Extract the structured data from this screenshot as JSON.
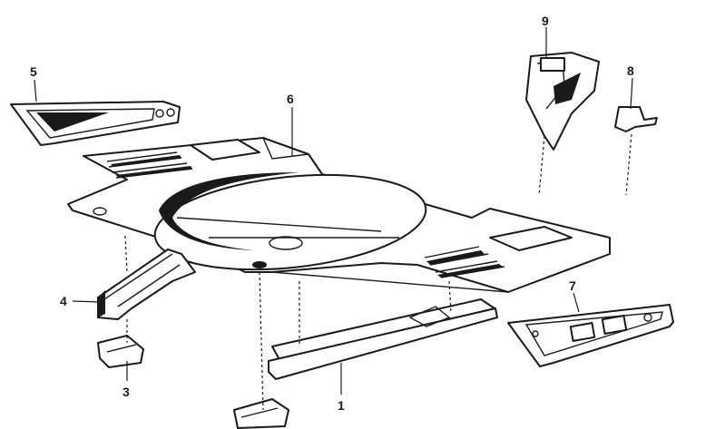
{
  "diagram": {
    "callouts": [
      {
        "id": "1",
        "label": "1"
      },
      {
        "id": "3",
        "label": "3"
      },
      {
        "id": "4",
        "label": "4"
      },
      {
        "id": "5",
        "label": "5"
      },
      {
        "id": "6",
        "label": "6"
      },
      {
        "id": "7",
        "label": "7"
      },
      {
        "id": "8",
        "label": "8"
      },
      {
        "id": "9",
        "label": "9"
      }
    ],
    "colors": {
      "line": "#1a1a1a",
      "background": "#ffffff"
    }
  }
}
